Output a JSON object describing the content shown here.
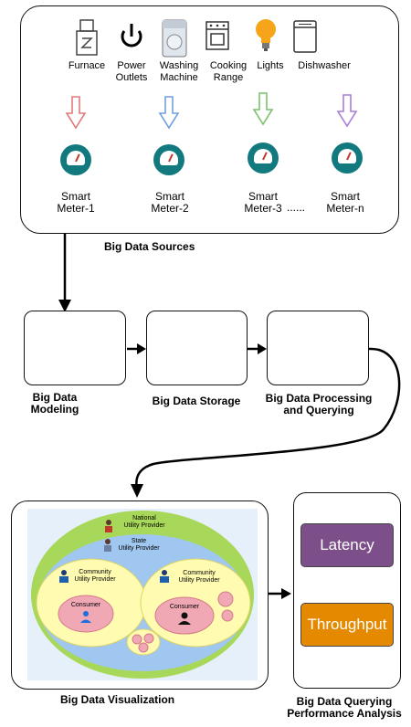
{
  "devices": [
    {
      "name": "furnace-icon",
      "label": "Furnace"
    },
    {
      "name": "power-icon",
      "label": "Power\nOutlets"
    },
    {
      "name": "washing-machine-icon",
      "label": "Washing\nMachine"
    },
    {
      "name": "cooking-range-icon",
      "label": "Cooking\nRange"
    },
    {
      "name": "light-bulb-icon",
      "label": "Lights"
    },
    {
      "name": "dishwasher-icon",
      "label": "Dishwasher"
    }
  ],
  "meters": [
    "Smart\nMeter-1",
    "Smart\nMeter-2",
    "Smart\nMeter-3",
    "Smart\nMeter-n"
  ],
  "meter_ellipsis": "......",
  "sources_label": "Big Data Sources",
  "pipeline": {
    "modeling": "Big Data\nModeling",
    "storage": "Big Data Storage",
    "processing": "Big Data Processing\nand Querying"
  },
  "visualization": {
    "label": "Big Data Visualization",
    "national": "National\nUtility Provider",
    "state": "State\nUtility Provider",
    "community_left": "Community\nUtility Provider",
    "community_right": "Community\nUtility Provider",
    "consumer_left": "Consumer",
    "consumer_right": "Consumer"
  },
  "performance": {
    "label": "Big Data Querying\nPerformance Analysis",
    "latency": "Latency",
    "throughput": "Throughput"
  },
  "colors": {
    "red_arrow": "#f4a3a3",
    "blue_arrow": "#a9c6ef",
    "green_arrow": "#b3e0a3",
    "purple_arrow": "#cdb3e6",
    "meter": "#127a7f",
    "latency": "#7d4f8a",
    "throughput": "#e58a00",
    "outer_ellipse": "#a8d85a",
    "state_ellipse": "#8fb9e6",
    "community": "#fff7a8",
    "consumer": "#f0a8b5"
  }
}
